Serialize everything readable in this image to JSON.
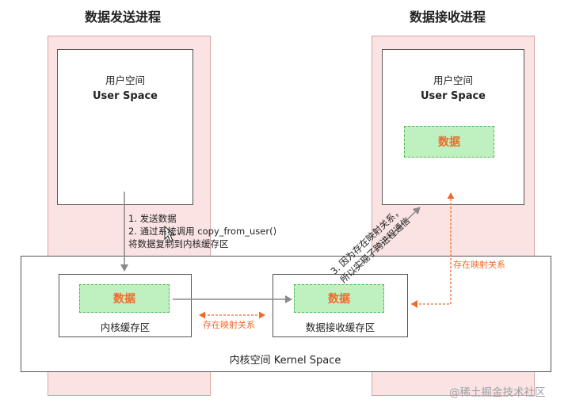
{
  "sender": {
    "title": "数据发送进程",
    "user_space_cn": "用户空间",
    "user_space_en": "User Space"
  },
  "receiver": {
    "title": "数据接收进程",
    "user_space_cn": "用户空间",
    "user_space_en": "User Space",
    "data_label": "数据"
  },
  "kernel": {
    "label": "内核空间 Kernel Space",
    "kernel_buffer": {
      "data_label": "数据",
      "caption": "内核缓存区"
    },
    "receive_buffer": {
      "data_label": "数据",
      "caption": "数据接收缓存区"
    },
    "mapping_label": "存在映射关系"
  },
  "steps": {
    "step1": "1.  发送数据",
    "step2": "2.  通过系统调用 copy_from_user()",
    "step2b": "将数据复制到内核缓存区"
  },
  "step3": {
    "line1": "3. 因为存在映射关系，",
    "line2": "所以实现了跨进程通信"
  },
  "right_mapping_label": "存在映射关系",
  "watermark": "@稀土掘金技术社区",
  "colors": {
    "process_bg": "#fbe3e3",
    "green_fill": "#bff0bf",
    "green_border": "#53b453",
    "accent_orange": "#f06a2c",
    "arrow_gray": "#8a8a8a"
  }
}
